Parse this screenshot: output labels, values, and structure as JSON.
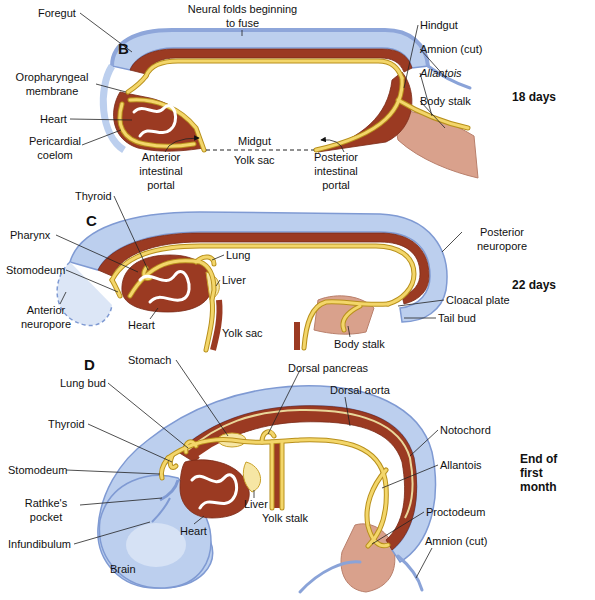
{
  "diagram": {
    "labels": [
      "Foregut",
      "Neural folds beginning to fuse",
      "Hindgut",
      "B",
      "Amnion (cut)",
      "Oropharyngeal membrane",
      "Allantois",
      "Heart",
      "Midgut",
      "Body stalk",
      "18 days",
      "Yolk sac",
      "Pericardial coelom",
      "Anterior intestinal portal",
      "Posterior intestinal portal",
      "Thyroid",
      "C",
      "Pharynx",
      "Lung",
      "Posterior neuropore",
      "Stomodeum",
      "Liver",
      "22 days",
      "Cloacal plate",
      "Anterior neuropore",
      "Heart",
      "Yolk sac",
      "Tail bud",
      "Body stalk",
      "D",
      "Stomach",
      "Dorsal pancreas",
      "Lung bud",
      "Dorsal aorta",
      "Thyroid",
      "Notochord",
      "End of first month",
      "Stomodeum",
      "Allantois",
      "Rathke's pocket",
      "Liver",
      "Heart",
      "Yolk stalk",
      "Proctodeum",
      "Infundibulum",
      "Brain",
      "Amnion (cut)"
    ]
  }
}
